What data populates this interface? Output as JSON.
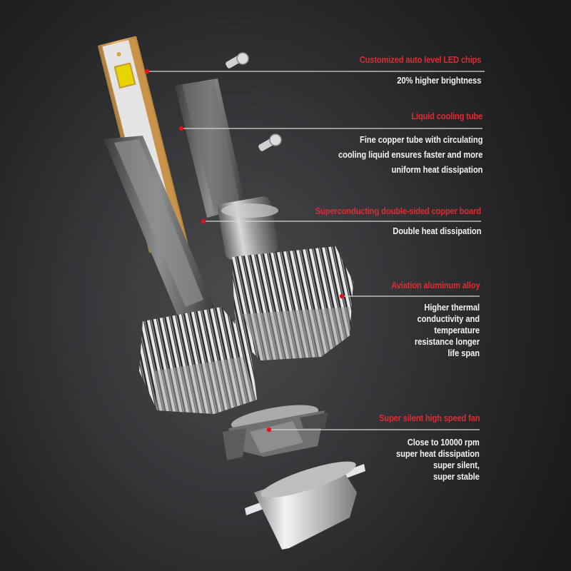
{
  "accent_color": "#e02a31",
  "text_color": "#f2f2f2",
  "callouts": [
    {
      "title": "Customized auto level LED chips",
      "desc": [
        "20% higher brightness"
      ]
    },
    {
      "title": "Liquid cooling tube",
      "desc": [
        "Fine copper tube with circulating",
        "cooling liquid ensures faster and more",
        "uniform heat  dissipation"
      ]
    },
    {
      "title": "Superconducting double-sided copper board",
      "desc": [
        "Double heat dissipation"
      ]
    },
    {
      "title": "Aviation aluminum alloy",
      "desc": [
        "Higher thermal",
        "conductivity and",
        "temperature",
        "resistance longer",
        "life span"
      ]
    },
    {
      "title": "Super silent high speed fan",
      "desc": [
        "Close to 10000 rpm",
        "super heat dissipation",
        "super silent,",
        "super stable"
      ]
    }
  ],
  "components": [
    "led-chip-board",
    "copper-heat-plate",
    "bulb-body-left",
    "bulb-body-right",
    "heatsink-fins",
    "screws",
    "cooling-fan",
    "base-cap"
  ]
}
